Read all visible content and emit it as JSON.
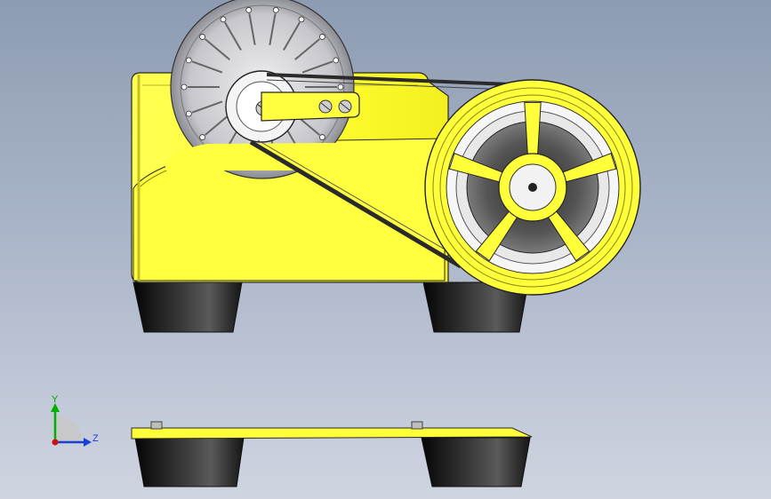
{
  "triad": {
    "y_label": "Y",
    "z_label": "Z",
    "y_color": "#00b000",
    "z_color": "#1a3fd6",
    "x_color": "#d01010"
  },
  "colors": {
    "body_yellow": "#ffff3a",
    "body_outline": "#2a2a2a",
    "feet_dark": "#1c1c1c",
    "background_top": "#8d9cb3",
    "background_bottom": "#cfd4e0",
    "disc_metal": "#d8d8dc"
  },
  "parts": {
    "front_view": "tape-dispenser-front-view",
    "top_view": "tape-dispenser-bottom-plate-view"
  }
}
